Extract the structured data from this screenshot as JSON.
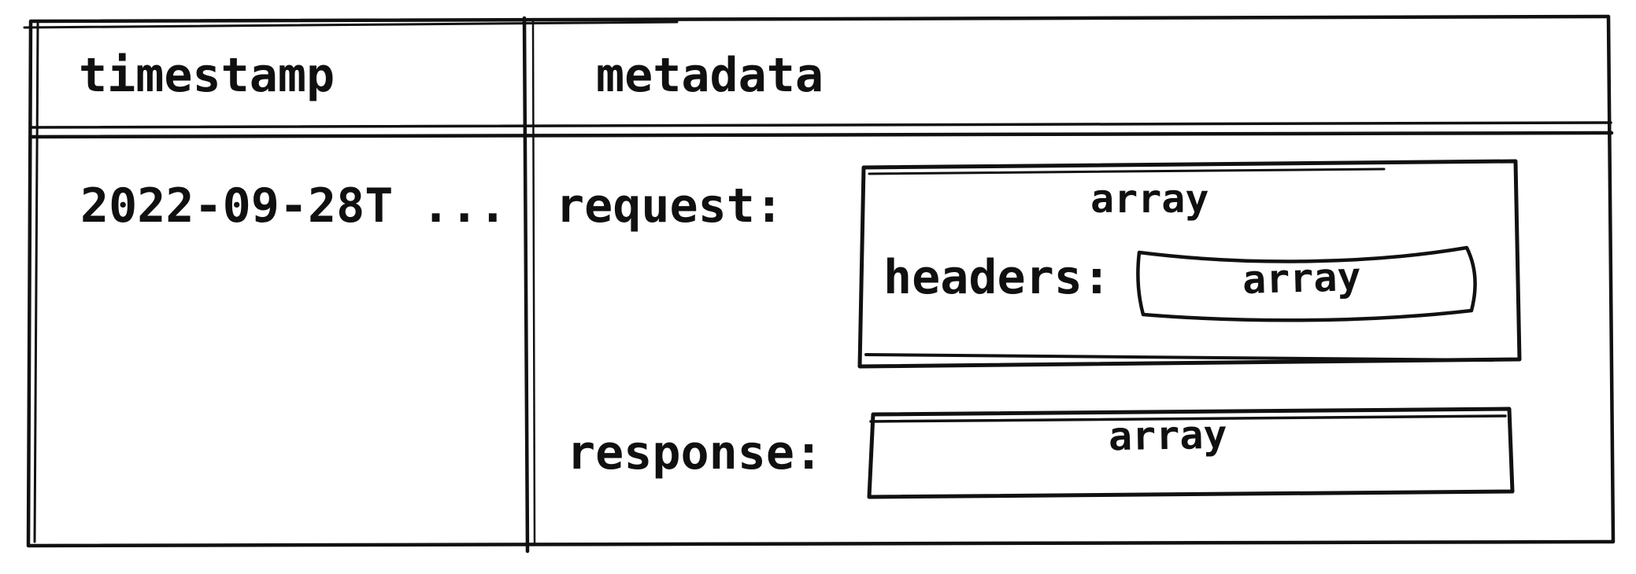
{
  "colors": {
    "background": "#ffffff",
    "ink": "#111111"
  },
  "table": {
    "headers": {
      "timestamp": "timestamp",
      "metadata": "metadata"
    },
    "row": {
      "timestamp_value": "2022-09-28T ...",
      "request": {
        "label": "request:",
        "type": "array",
        "headers": {
          "label": "headers:",
          "type": "array"
        }
      },
      "response": {
        "label": "response:",
        "type": "array"
      }
    }
  }
}
